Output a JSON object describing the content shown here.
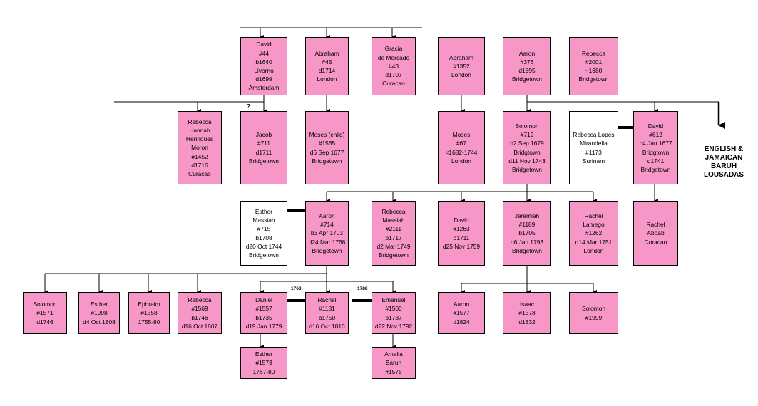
{
  "side_title": [
    "ENGLISH &",
    "JAMAICAN",
    "BARUH",
    "LOUSADAS"
  ],
  "marks": {
    "unknown_parent": "?",
    "marriage_1768": "1768",
    "marriage_1788": "1788"
  },
  "people": {
    "david-44": [
      "David",
      "#44",
      "b1640",
      "Livorno",
      "d1699",
      "Amsterdam"
    ],
    "abraham-45": [
      "Abraham",
      "#45",
      "d1714",
      "London"
    ],
    "gracia-43": [
      "Gracia",
      "de Mercado",
      "#43",
      "d1707",
      "Curacao"
    ],
    "abraham-1352": [
      "Abraham",
      "#1352",
      "London"
    ],
    "aaron-376": [
      "Aaron",
      "#376",
      "d1695",
      "Bridgetown"
    ],
    "rebecca-2001": [
      "Rebecca",
      "#2001",
      "~1680",
      "Bridgetown"
    ],
    "rebecca-1452": [
      "Rebecca",
      "Hannah",
      "Henriques",
      "Moron",
      "#1452",
      "d1716",
      "Curacao"
    ],
    "jacob-711": [
      "Jacob",
      "#711",
      "d1711",
      "Bridgetown"
    ],
    "moses-1565": [
      "Moses (child)",
      "#1565",
      "d6 Sep 1677",
      "Bridgetown"
    ],
    "moses-67": [
      "Moses",
      "#67",
      "<1682-1744",
      "London"
    ],
    "solomon-712": [
      "Solomon",
      "#712",
      "b2 Sep 1679",
      "Bridgtown",
      "d11 Nov 1743",
      "Bridgetown"
    ],
    "rebecca-1173": [
      "Rebecca Lopes",
      "Mirandella",
      "#1173",
      "Surinam"
    ],
    "david-612": [
      "David",
      "#612",
      "b4 Jan 1677",
      "Bridgtown",
      "d1741",
      "Bridgetown"
    ],
    "esther-715": [
      "Esther",
      "Massiah",
      "#715",
      "b1708",
      "d20 Oct 1744",
      "Bridgetown"
    ],
    "aaron-714": [
      "Aaron",
      "#714",
      "b3 Apr 1703",
      "d24 Mar 1768",
      "Bridgetown"
    ],
    "rebecca-2111": [
      "Rebecca",
      "Massiah",
      "#2111",
      "b1717",
      "d2 Mar 1749",
      "Bridgetown"
    ],
    "david-1263": [
      "David",
      "#1263",
      "b1711",
      "d25 Nov 1759"
    ],
    "jeremiah-1189": [
      "Jeremiah",
      "#1189",
      "b1705",
      "d6 Jan 1793",
      "Bridgetown"
    ],
    "rachel-1262": [
      "Rachel",
      "Lamego",
      "#1262",
      "d14 Mar 1751",
      "London"
    ],
    "rachel-aboab": [
      "Rachel",
      "Aboab",
      "Curacao"
    ],
    "solomon-1571": [
      "Solomon",
      "#1571",
      "d1746"
    ],
    "esther-1998": [
      "Esther",
      "#1998",
      "d4 Oct 1808"
    ],
    "ephraim-1558": [
      "Ephraim",
      "#1558",
      "1755-80"
    ],
    "rebecca-1569": [
      "Rebecca",
      "#1569",
      "b1746",
      "d16 Oct 1807"
    ],
    "daniel-1557": [
      "Daniel",
      "#1557",
      "b1735",
      "d19 Jan 1779"
    ],
    "rachel-1181": [
      "Rachel",
      "#1181",
      "b1750",
      "d16 Oct 1810"
    ],
    "emanuel-1500": [
      "Emanuel",
      "#1500",
      "b1737",
      "d22 Nov 1792"
    ],
    "aaron-1577": [
      "Aaron",
      "#1577",
      "d1824"
    ],
    "isaac-1578": [
      "Isaac",
      "#1578",
      "d1832"
    ],
    "solomon-1999": [
      "Solomon",
      "#1999"
    ],
    "esther-1573": [
      "Esther",
      "#1573",
      "1767-80"
    ],
    "amelia-1575": [
      "Amelia",
      "Baruh",
      "#1575"
    ]
  }
}
